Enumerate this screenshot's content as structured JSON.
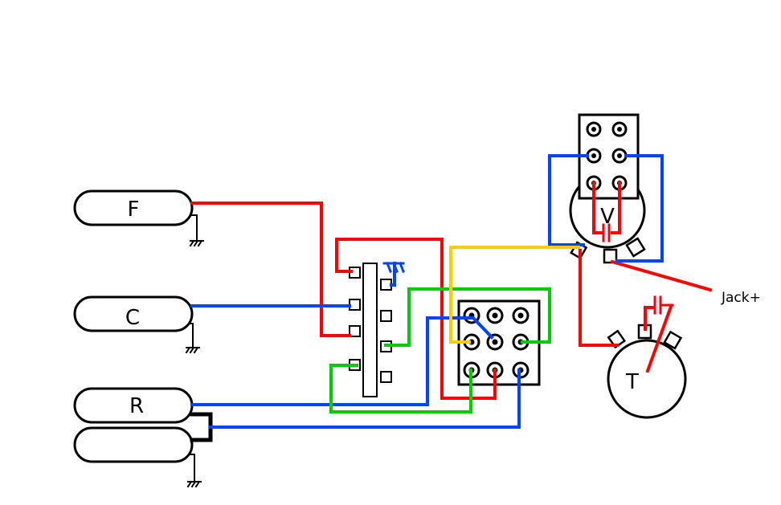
{
  "pickups": {
    "front": "F",
    "center": "C",
    "rear": "R"
  },
  "controls": {
    "volume": "V",
    "tone": "T"
  },
  "jack": "Jack+",
  "wire_colors": {
    "red": "#ff0000",
    "blue": "#0044ff",
    "green": "#00cc00",
    "yellow": "#ffcc00",
    "black": "#000000"
  }
}
